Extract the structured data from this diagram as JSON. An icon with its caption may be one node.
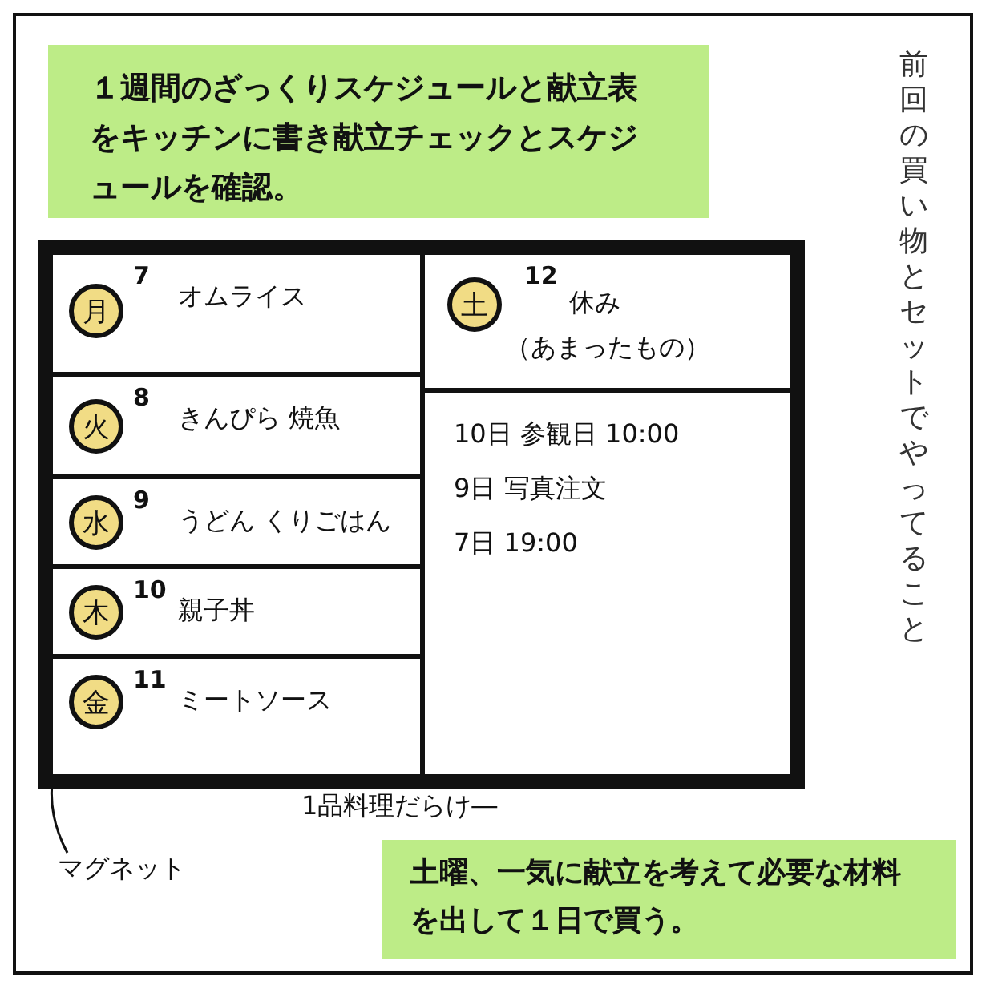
{
  "diagram": {
    "nodes": [
      {
        "text": [
          "１週間のざっくりスケジュールと献立表をキッチンに書き献立チェックとスケジュールを確認。"
        ]
      },
      {
        "text": [],
        "shape": "box"
      },
      {
        "text": [
          "7",
          "オムライス"
        ],
        "in": 1
      },
      {
        "text": [
          "月"
        ],
        "in": 2
      },
      {
        "text": [
          "8",
          "きんぴら 焼魚"
        ],
        "in": 1
      },
      {
        "text": [
          "火"
        ],
        "in": 4
      },
      {
        "text": [
          "9",
          "うどん くりごはん"
        ],
        "in": 1
      },
      {
        "text": [
          "水"
        ],
        "in": 6
      },
      {
        "text": [
          "10",
          "親子丼"
        ],
        "in": 1
      },
      {
        "text": [
          "木"
        ],
        "in": 8
      },
      {
        "text": [
          "11",
          "ミートソース"
        ],
        "in": 1
      },
      {
        "text": [
          "金"
        ],
        "in": 10
      },
      {
        "text": [
          "12",
          "休み",
          "（あまったもの）"
        ],
        "in": 1
      },
      {
        "text": [
          "土"
        ],
        "in": 12
      },
      {
        "text": [
          "10日 参観日 10:00",
          "9日 写真注文",
          "7日 19:00"
        ],
        "in": 1
      },
      {
        "text": [
          "マグネット"
        ]
      },
      {
        "text": [
          "土曜、一気に献立を考えて必要な材料を出して１日で買う。"
        ]
      }
    ],
    "edges": [
      {
        "from": 15,
        "to": 11,
        "arrow": "none"
      }
    ],
    "labels": [
      "前回の買い物とセットでやってること",
      "1品料理だらけ―"
    ]
  }
}
